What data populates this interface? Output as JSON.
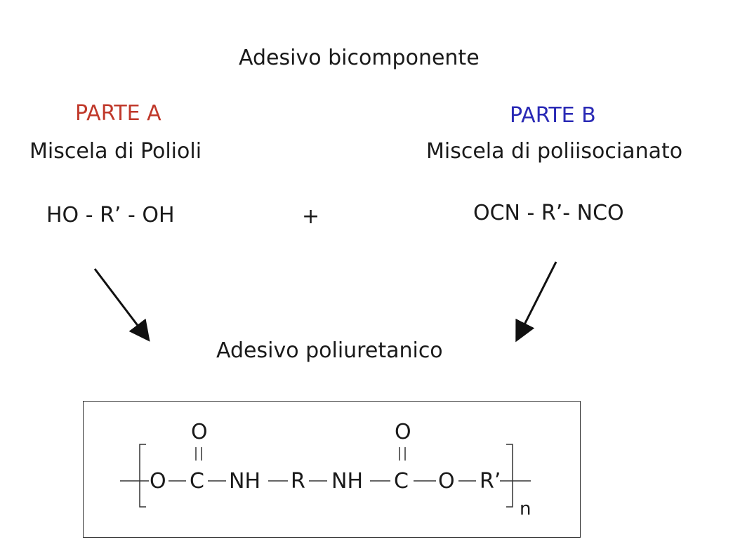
{
  "title": "Adesivo bicomponente",
  "part_a": {
    "label": "PARTE A",
    "label_color": "#c0392b",
    "description": "Miscela di Polioli",
    "formula": "HO - R’ - OH"
  },
  "plus": "+",
  "part_b": {
    "label": "PARTE B",
    "label_color": "#2a2ab5",
    "description": "Miscela di poliisocianato",
    "formula": "OCN - R’- NCO"
  },
  "product": "Adesivo poliuretanico",
  "structure": {
    "o1": "O",
    "c1": "C",
    "o1_top": "O",
    "nh1": "NH",
    "r": "R",
    "nh2": "NH",
    "c2": "C",
    "o2_top": "O",
    "o2": "O",
    "r_prime": "R’",
    "n": "n"
  }
}
